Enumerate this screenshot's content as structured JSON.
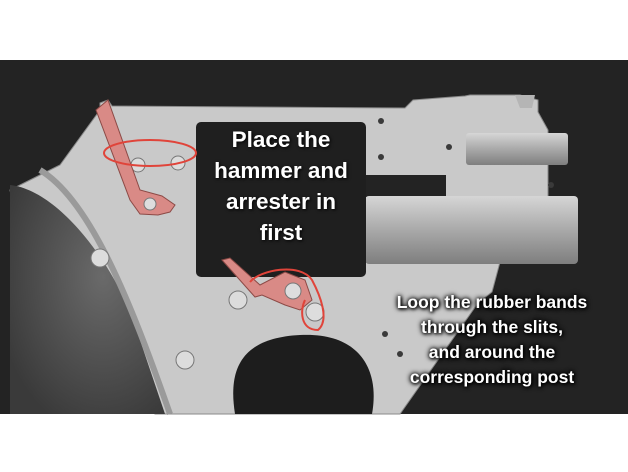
{
  "caption_primary": {
    "lines": [
      "Place the",
      "hammer and",
      "arrester in",
      "first"
    ]
  },
  "caption_secondary": {
    "lines": [
      "Loop the rubber bands",
      "through the slits,",
      "and around the",
      "corresponding post"
    ]
  },
  "colors": {
    "background": "#232323",
    "frame": "#c9c9c9",
    "parts_highlight": "#d98a86",
    "rubber_band": "#e0443a",
    "text": "#ffffff"
  }
}
